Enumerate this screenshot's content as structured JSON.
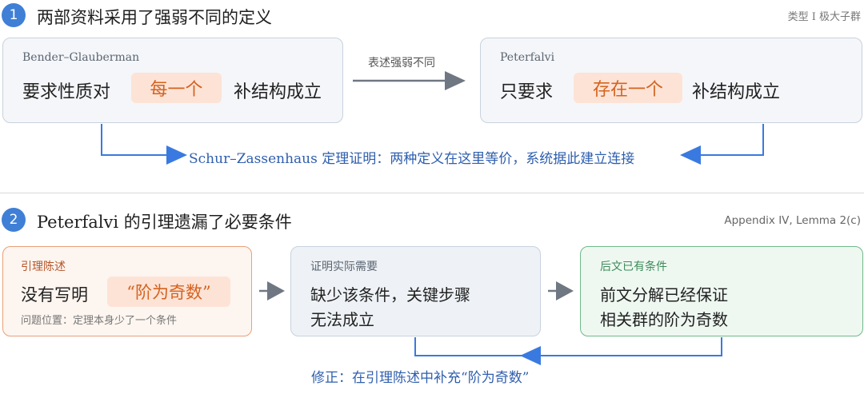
{
  "section1": {
    "number": "1",
    "title": "两部资料采用了强弱不同的定义",
    "tag": "类型 I 极大子群",
    "left_box": {
      "label": "Bender–Glauberman",
      "text_before": "要求性质对",
      "highlight": "每一个",
      "text_after": "补结构成立"
    },
    "arrow_label": "表述强弱不同",
    "right_box": {
      "label": "Peterfalvi",
      "text_before": "只要求",
      "highlight": "存在一个",
      "text_after": "补结构成立"
    },
    "bottom_note": "Schur–Zassenhaus 定理证明：两种定义在这里等价，系统据此建立连接"
  },
  "section2": {
    "number": "2",
    "title": "Peterfalvi 的引理遗漏了必要条件",
    "tag": "Appendix IV, Lemma 2(c)",
    "box1": {
      "label": "引理陈述",
      "text_before": "没有写明",
      "highlight": "“阶为奇数”",
      "note": "问题位置：定理本身少了一个条件"
    },
    "box2": {
      "label": "证明实际需要",
      "line1": "缺少该条件，关键步骤",
      "line2": "无法成立"
    },
    "box3": {
      "label": "后文已有条件",
      "line1": "前文分解已经保证",
      "line2": "相关群的阶为奇数"
    },
    "bottom_note": "修正：在引理陈述中补充“阶为奇数”"
  },
  "colors": {
    "accent_blue": "#3f7fd6",
    "arrow_blue": "#3a7ae0",
    "highlight_orange": "#d4631f",
    "highlight_bg": "#fde3d6",
    "green_border": "#6fb98a",
    "orange_border": "#e8a077"
  }
}
